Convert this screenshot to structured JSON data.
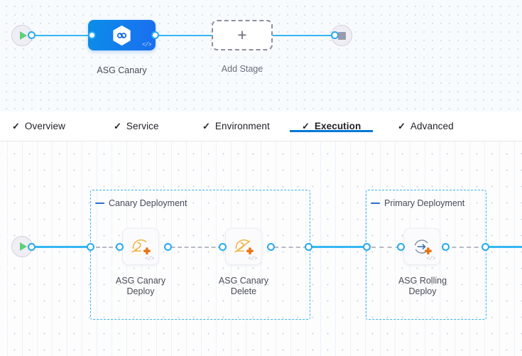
{
  "colors": {
    "accent_blue": "#0278d5",
    "link_blue": "#34b6f4",
    "port_blue": "#26a9f0",
    "group_border": "#3ab2f0",
    "stage_gradient_start": "#0b8ee8",
    "stage_gradient_end": "#1a6ef0",
    "start_green": "#5fd07a",
    "stop_gray": "#9a9aae",
    "aws_orange": "#ec7211",
    "asg_yellow": "#f2b13c",
    "group_dash_blue": "#2b6ed8",
    "canvas_top_bg": "#f7fbfd",
    "canvas_bottom_bg": "#fdfdfe"
  },
  "stage_canvas": {
    "start_node": {
      "name": "pipeline-start",
      "icon": "play-icon"
    },
    "end_node": {
      "name": "pipeline-end",
      "icon": "stop-icon"
    },
    "stages": [
      {
        "label": "ASG Canary",
        "icon": "harness-hexagon-infinity-icon",
        "code_badge": "</>",
        "selected": true
      }
    ],
    "add_stage": {
      "label": "Add Stage",
      "icon": "plus-icon"
    }
  },
  "tabs": {
    "check_glyph": "✓",
    "items": [
      {
        "label": "Overview",
        "checked": true,
        "active": false
      },
      {
        "label": "Service",
        "checked": true,
        "active": false
      },
      {
        "label": "Environment",
        "checked": true,
        "active": false
      },
      {
        "label": "Execution",
        "checked": true,
        "active": true
      },
      {
        "label": "Advanced",
        "checked": true,
        "active": false
      }
    ]
  },
  "execution_canvas": {
    "start_node": {
      "name": "execution-start",
      "icon": "play-icon"
    },
    "groups": [
      {
        "label": "Canary Deployment",
        "steps": [
          {
            "label": "ASG Canary Deploy",
            "label_line1": "ASG Canary",
            "label_line2": "Deploy",
            "icon": "asg-canary-deploy-icon",
            "code_badge": "</>"
          },
          {
            "label": "ASG Canary Delete",
            "label_line1": "ASG Canary",
            "label_line2": "Delete",
            "icon": "asg-canary-delete-icon",
            "code_badge": "</>"
          }
        ]
      },
      {
        "label": "Primary Deployment",
        "steps": [
          {
            "label": "ASG Rolling Deploy",
            "label_line1": "ASG Rolling",
            "label_line2": "Deploy",
            "icon": "asg-rolling-deploy-icon",
            "code_badge": "</>"
          }
        ]
      }
    ]
  }
}
